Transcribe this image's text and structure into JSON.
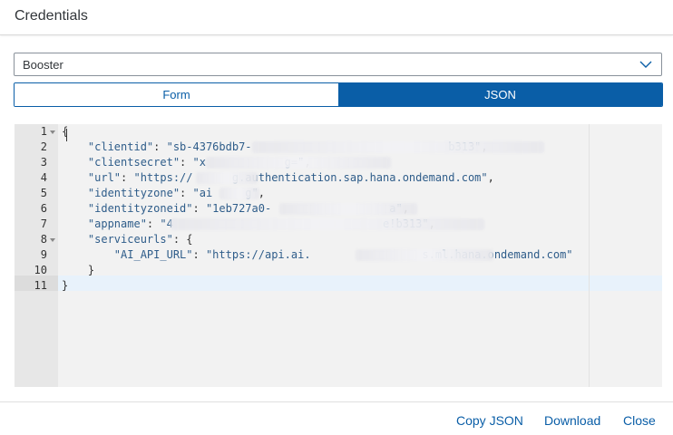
{
  "dialog": {
    "title": "Credentials"
  },
  "service_key_select": {
    "value": "Booster"
  },
  "view_toggle": {
    "form_label": "Form",
    "json_label": "JSON",
    "selected": "JSON"
  },
  "editor": {
    "line_numbers": [
      "1",
      "2",
      "3",
      "4",
      "5",
      "6",
      "7",
      "8",
      "9",
      "10",
      "11"
    ],
    "lines": [
      {
        "parts": [
          {
            "t": "{",
            "c": "p"
          }
        ]
      },
      {
        "parts": [
          {
            "t": "    \"clientid\"",
            "c": "k"
          },
          {
            "t": ": ",
            "c": "p"
          },
          {
            "t": "\"sb-4376bdb7-",
            "c": "s"
          },
          {
            "t": "                              b313\"",
            "c": "s"
          },
          {
            "t": ",",
            "c": "p"
          }
        ]
      },
      {
        "parts": [
          {
            "t": "    \"clientsecret\"",
            "c": "k"
          },
          {
            "t": ": ",
            "c": "p"
          },
          {
            "t": "\"x",
            "c": "s"
          },
          {
            "t": "            g=\"",
            "c": "s"
          },
          {
            "t": ",",
            "c": "p"
          }
        ]
      },
      {
        "parts": [
          {
            "t": "    \"url\"",
            "c": "k"
          },
          {
            "t": ": ",
            "c": "p"
          },
          {
            "t": "\"https://",
            "c": "s"
          },
          {
            "t": "      g.authentication.sap.hana.ondemand.com\"",
            "c": "s"
          },
          {
            "t": ",",
            "c": "p"
          }
        ]
      },
      {
        "parts": [
          {
            "t": "    \"identityzone\"",
            "c": "k"
          },
          {
            "t": ": ",
            "c": "p"
          },
          {
            "t": "\"ai",
            "c": "s"
          },
          {
            "t": "     g\"",
            "c": "s"
          },
          {
            "t": ",",
            "c": "p"
          }
        ]
      },
      {
        "parts": [
          {
            "t": "    \"identityzoneid\"",
            "c": "k"
          },
          {
            "t": ": ",
            "c": "p"
          },
          {
            "t": "\"1eb727a0-",
            "c": "s"
          },
          {
            "t": "                  a\"",
            "c": "s"
          },
          {
            "t": ",",
            "c": "p"
          }
        ]
      },
      {
        "parts": [
          {
            "t": "    \"appname\"",
            "c": "k"
          },
          {
            "t": ": ",
            "c": "p"
          },
          {
            "t": "\"4",
            "c": "s"
          },
          {
            "t": "                                e!b313\"",
            "c": "s"
          },
          {
            "t": ",",
            "c": "p"
          }
        ]
      },
      {
        "parts": [
          {
            "t": "    \"serviceurls\"",
            "c": "k"
          },
          {
            "t": ": {",
            "c": "p"
          }
        ]
      },
      {
        "parts": [
          {
            "t": "        \"AI_API_URL\"",
            "c": "k"
          },
          {
            "t": ": ",
            "c": "p"
          },
          {
            "t": "\"https://api.ai.",
            "c": "s"
          },
          {
            "t": "                 s.ml.hana.ondemand.com\"",
            "c": "s"
          }
        ]
      },
      {
        "parts": [
          {
            "t": "    }",
            "c": "p"
          }
        ]
      },
      {
        "parts": [
          {
            "t": "}",
            "c": "p"
          }
        ]
      }
    ]
  },
  "footer": {
    "copy_json_label": "Copy JSON",
    "download_label": "Download",
    "close_label": "Close"
  },
  "colors": {
    "accent": "#0a5ea7",
    "editor_bg": "#f2f2f2",
    "gutter_bg": "#e7e7e7",
    "active_line": "#e8f2fb"
  }
}
